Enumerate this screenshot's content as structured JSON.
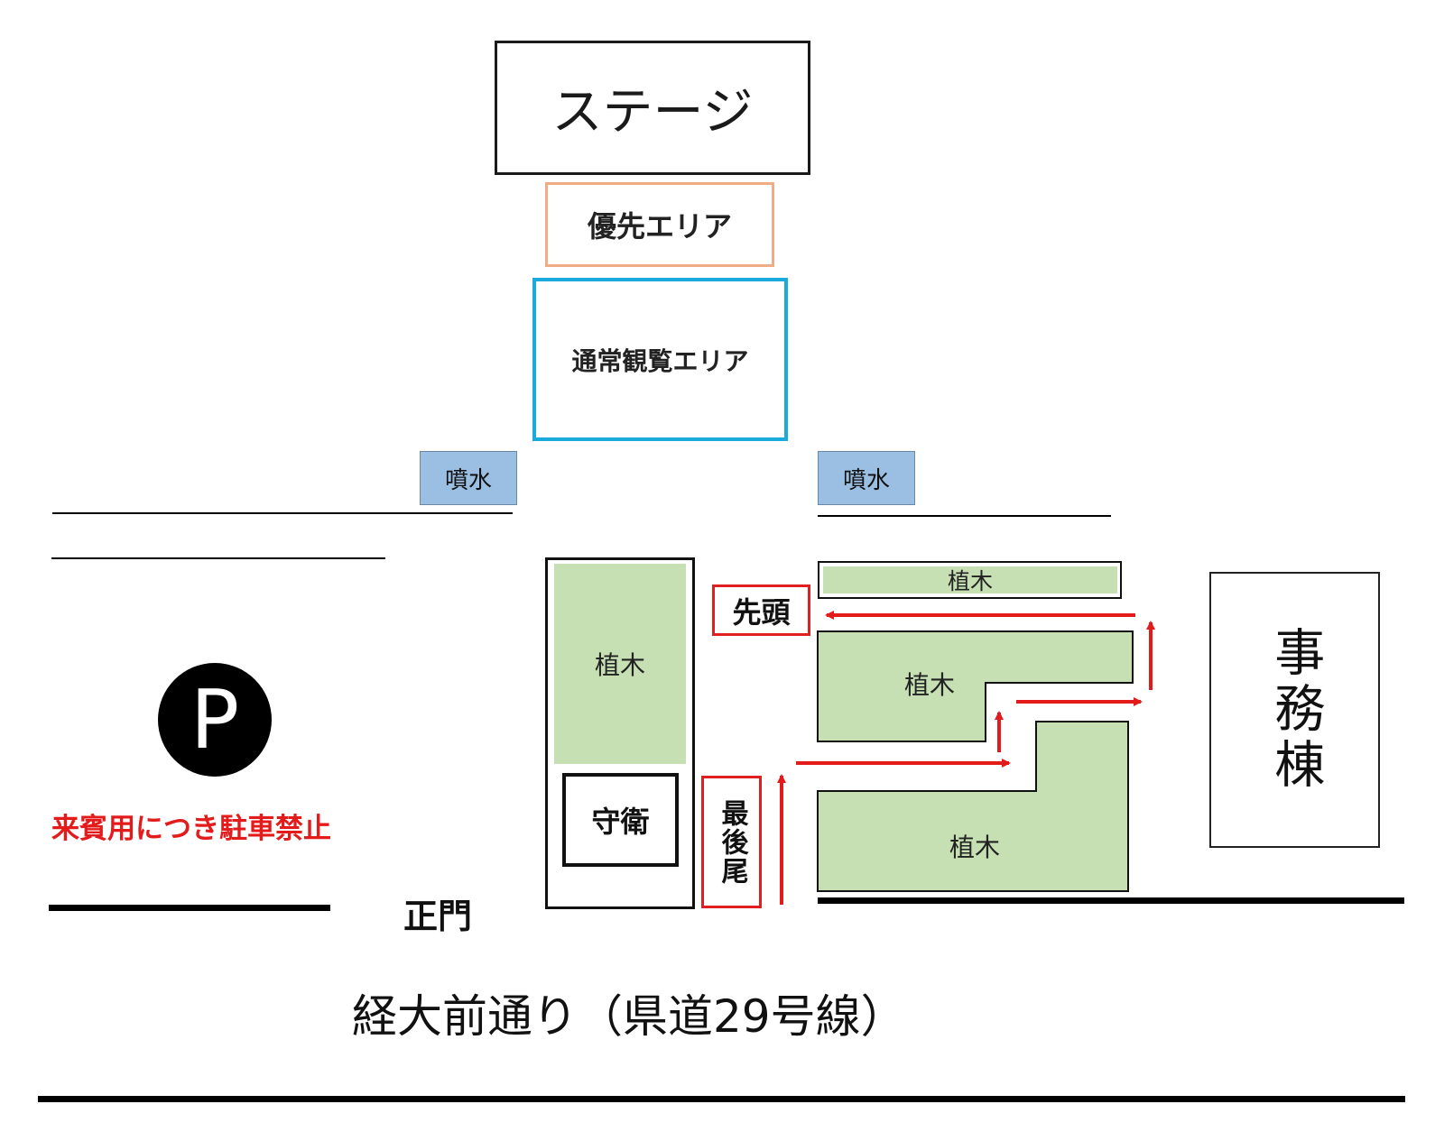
{
  "stage": {
    "label": "ステージ"
  },
  "priority_area": {
    "label": "優先エリア"
  },
  "normal_area": {
    "label": "通常観覧エリア"
  },
  "fountains": [
    {
      "label": "噴水"
    },
    {
      "label": "噴水"
    }
  ],
  "trees": {
    "label": "植木"
  },
  "guard": {
    "label": "守衛"
  },
  "queue_head": {
    "label": "先頭"
  },
  "queue_tail": {
    "label": "最後尾"
  },
  "parking": {
    "symbol": "P",
    "notice": "来賓用につき駐車禁止"
  },
  "office": {
    "label": "事務棟"
  },
  "main_gate": {
    "label": "正門"
  },
  "road": {
    "label": "経大前通り（県道29号線）"
  },
  "colors": {
    "arrow": "#e31b1b",
    "tree": "#c6e0b4",
    "fountain": "#9bbfe3",
    "priority_border": "#f0ad85",
    "normal_border": "#1caadc"
  }
}
